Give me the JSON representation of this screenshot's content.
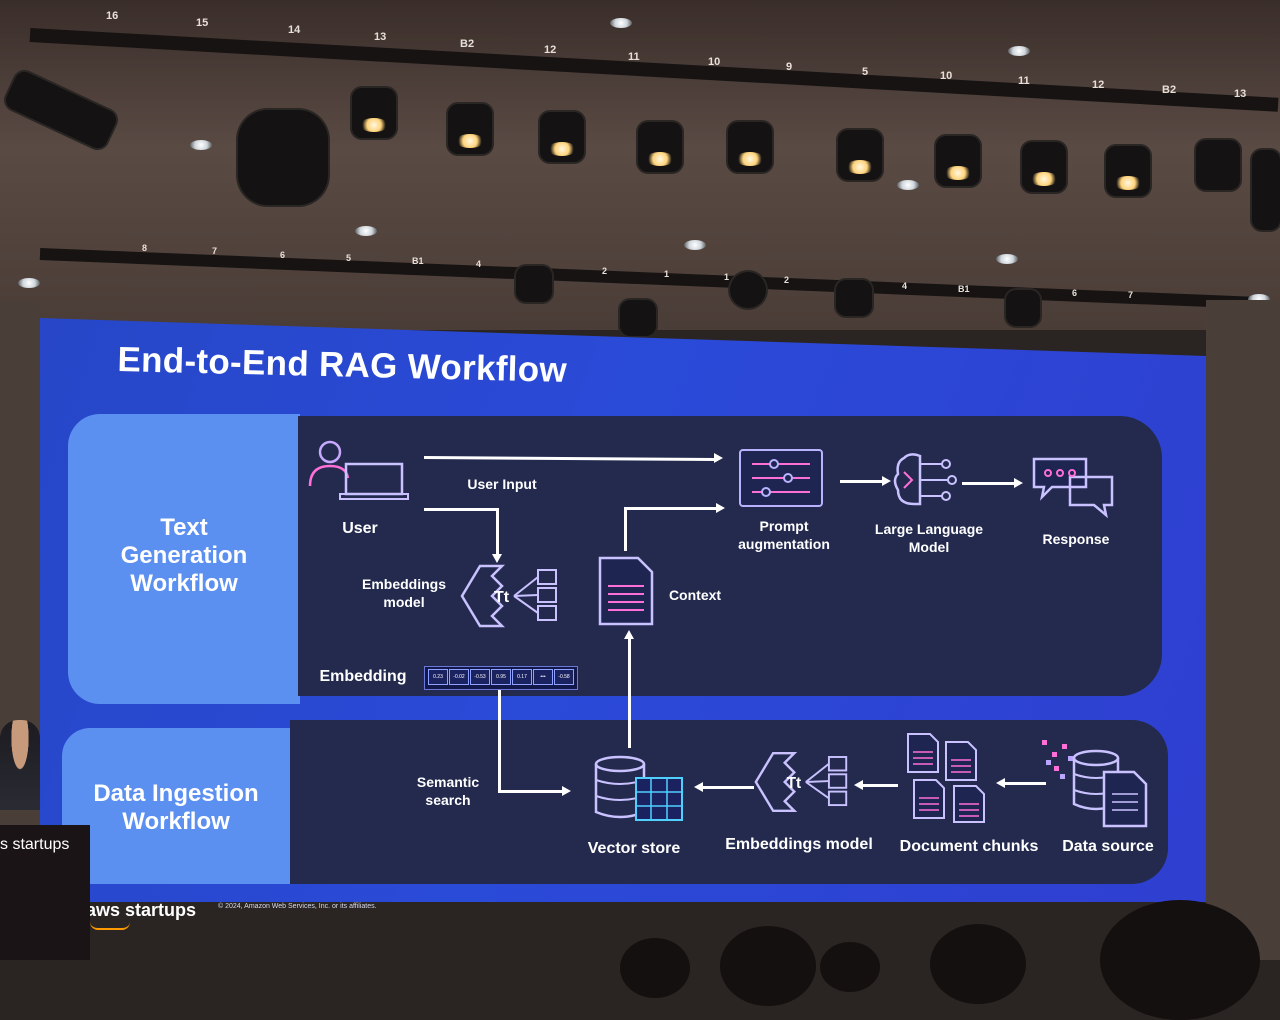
{
  "slide": {
    "title": "End-to-End RAG Workflow",
    "text_generation_label": "Text Generation Workflow",
    "data_ingestion_label": "Data Ingestion Workflow",
    "nodes": {
      "user": "User",
      "user_input": "User Input",
      "prompt_augmentation": "Prompt augmentation",
      "llm": "Large Language Model",
      "response": "Response",
      "embeddings_model_top": "Embeddings model",
      "context": "Context",
      "embedding": "Embedding",
      "semantic_search": "Semantic search",
      "vector_store": "Vector store",
      "embeddings_model_bottom": "Embeddings model",
      "document_chunks": "Document chunks",
      "data_source": "Data source"
    },
    "embedding_values": [
      "0.23",
      "-0.02",
      "-0.53",
      "0.95",
      "0.17",
      "•••",
      "-0.58"
    ],
    "footer_logo": "aws startups",
    "footer_copyright": "© 2024, Amazon Web Services, Inc. or its affiliates."
  },
  "venue": {
    "truss_numbers_top": [
      "16",
      "15",
      "14",
      "13",
      "B2",
      "12",
      "11",
      "10",
      "9",
      "5",
      "10",
      "11",
      "12",
      "B2",
      "13"
    ],
    "truss_numbers_mid": [
      "8",
      "7",
      "6",
      "5",
      "B1",
      "4",
      "2",
      "1",
      "1",
      "2",
      "4",
      "B1",
      "6",
      "7"
    ],
    "podium_text": "s startups"
  },
  "colors": {
    "screen_blue": "#2a4ad8",
    "panel_light_blue": "#5b8ff0",
    "panel_dark": "#232a4e",
    "icon_lavender": "#b9a6ff",
    "icon_pink": "#ff6fd8"
  }
}
